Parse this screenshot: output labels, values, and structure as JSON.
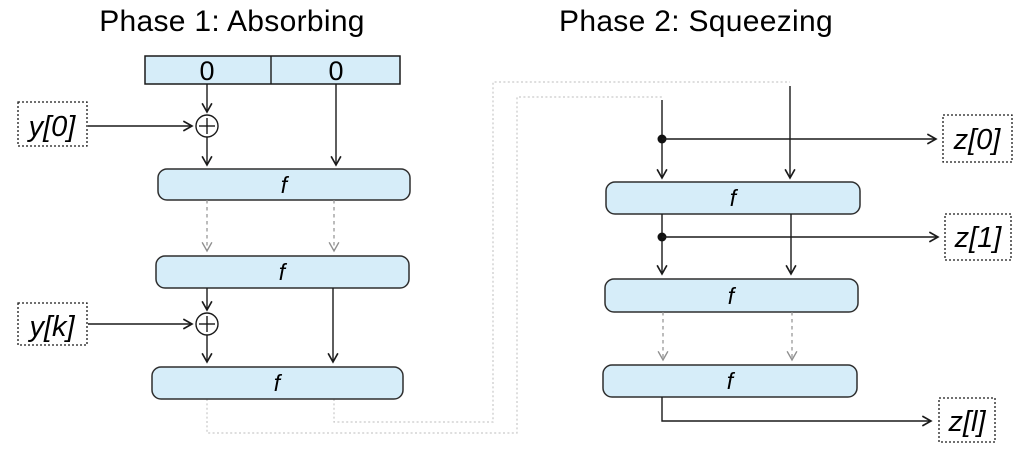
{
  "diagram": {
    "phase1_title": "Phase 1: Absorbing",
    "phase2_title": "Phase 2: Squeezing",
    "state_cells": [
      "0",
      "0"
    ],
    "f_label": "f",
    "xor_symbol": "⊕",
    "inputs": [
      {
        "label": "y[0]"
      },
      {
        "label": "y[k]"
      }
    ],
    "outputs": [
      {
        "label": "z[0]"
      },
      {
        "label": "z[1]"
      },
      {
        "label": "z[l]"
      }
    ],
    "colors": {
      "box_fill": "#d6edf9",
      "box_border": "#2f2f2f",
      "arrow": "#1a1a1a",
      "dashed_arrow": "#8f8f8f",
      "feedback_line": "#c9c9c9",
      "io_box_border": "#1a1a1a",
      "background": "#ffffff",
      "text": "#000000"
    }
  }
}
